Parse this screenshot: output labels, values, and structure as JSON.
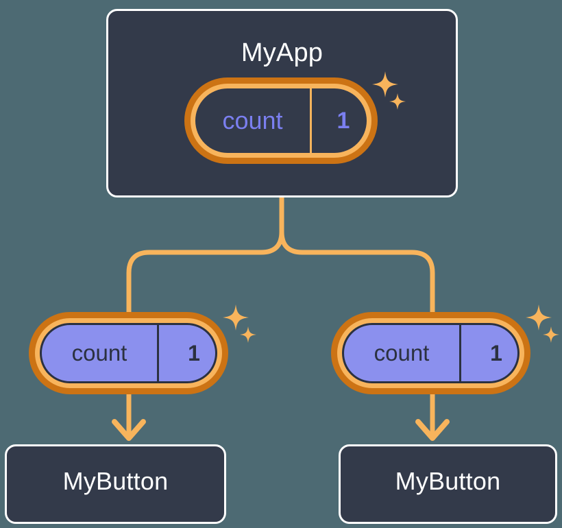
{
  "diagram": {
    "title": "MyApp component tree with count state",
    "background_color": "#4d6a73",
    "accent_orange": "#f8b45c",
    "accent_orange_dark": "#cc7314",
    "periwinkle": "#8b90ee",
    "periwinkle_text": "#7b7ff0",
    "node_fill": "#333a4a",
    "node_border": "#ffffff",
    "dark_text": "#2b3140"
  },
  "root": {
    "label": "MyApp",
    "state": {
      "key": "count",
      "value": "1"
    },
    "sparkle_name": "sparkle-icon"
  },
  "children": [
    {
      "state": {
        "key": "count",
        "value": "1"
      },
      "label": "MyButton",
      "sparkle_name": "sparkle-icon"
    },
    {
      "state": {
        "key": "count",
        "value": "1"
      },
      "label": "MyButton",
      "sparkle_name": "sparkle-icon"
    }
  ]
}
